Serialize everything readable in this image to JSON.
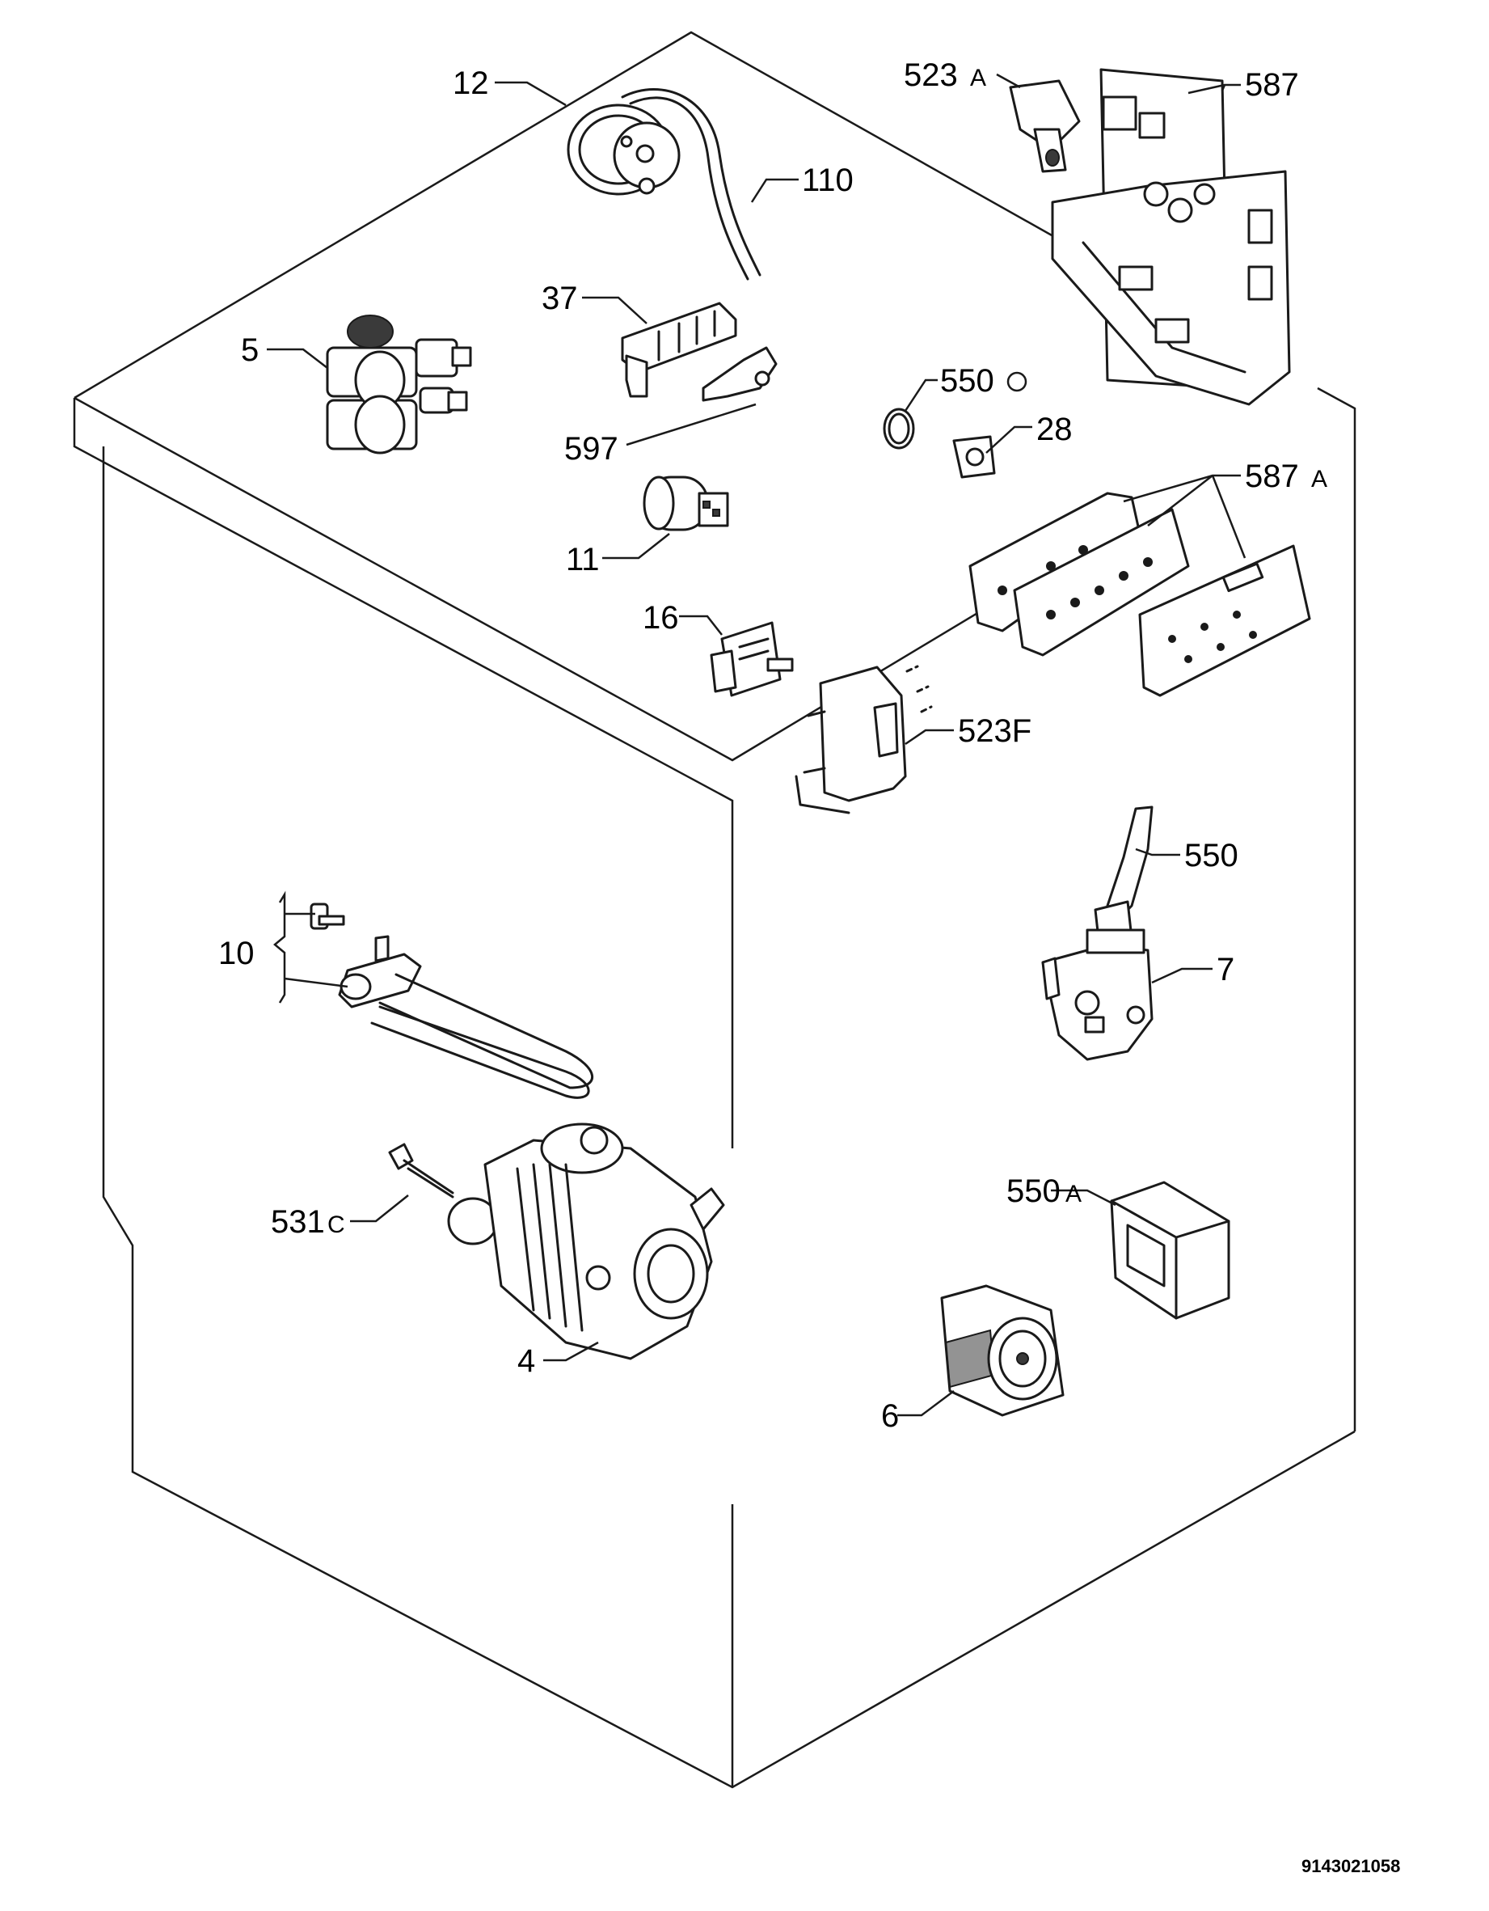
{
  "diagram": {
    "callouts": {
      "c12": "12",
      "c110": "110",
      "c523a": "523",
      "c523a_suffix": "A",
      "c587": "587",
      "c37": "37",
      "c5": "5",
      "c550o": "550",
      "c550o_suffix": "O",
      "c28": "28",
      "c597": "597",
      "c587a": "587",
      "c587a_suffix": "A",
      "c11": "11",
      "c16": "16",
      "c523f": "523F",
      "c550": "550",
      "c10": "10",
      "c7": "7",
      "c550a": "550",
      "c550a_suffix": "A",
      "c531c": "531",
      "c531c_suffix": "C",
      "c4": "4",
      "c6": "6"
    },
    "drawing_code": "9143021058"
  }
}
